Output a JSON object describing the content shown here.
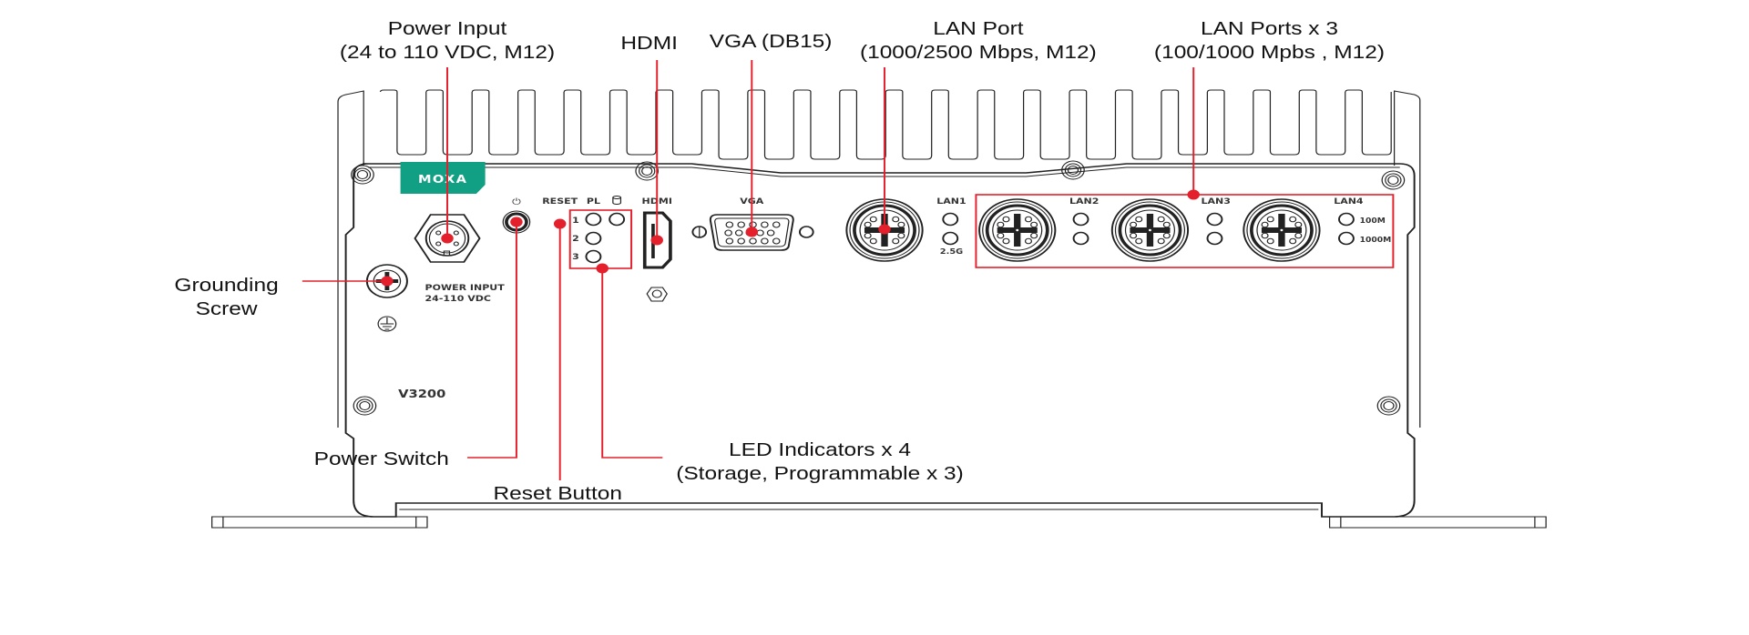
{
  "diagram": {
    "device_model": "V3200",
    "brand": "MOXA",
    "colors": {
      "callout_red": "#e3202b",
      "brand_green": "#11a084",
      "outline": "#222222"
    },
    "callouts": {
      "power_input": {
        "line1": "Power Input",
        "line2": "(24 to 110 VDC, M12)"
      },
      "hdmi": {
        "line1": "HDMI"
      },
      "vga": {
        "line1": "VGA (DB15)"
      },
      "lan_port": {
        "line1": "LAN Port",
        "line2": "(1000/2500 Mbps, M12)"
      },
      "lan_ports_x3": {
        "line1": "LAN Ports x 3",
        "line2": "(100/1000 Mpbs , M12)"
      },
      "grounding_screw": {
        "line1": "Grounding",
        "line2": "Screw"
      },
      "power_switch": {
        "line1": "Power Switch"
      },
      "reset_button": {
        "line1": "Reset Button"
      },
      "led_indicators": {
        "line1": "LED Indicators x 4",
        "line2": "(Storage, Programmable x 3)"
      }
    },
    "panel_labels": {
      "power_symbol": "⏻",
      "reset": "RESET",
      "pl": "PL",
      "led_numbers": [
        "1",
        "2",
        "3"
      ],
      "hdmi": "HDMI",
      "vga": "VGA",
      "lan1": "LAN1",
      "lan1_speed": "2.5G",
      "lan2": "LAN2",
      "lan3": "LAN3",
      "lan4": "LAN4",
      "lan4_led1": "100M",
      "lan4_led2": "1000M",
      "power_input_line1": "POWER INPUT",
      "power_input_line2": "24-110 VDC"
    },
    "icons": {
      "storage": "storage-cylinder-icon",
      "ground": "earth-ground-icon",
      "power": "power-icon"
    }
  }
}
